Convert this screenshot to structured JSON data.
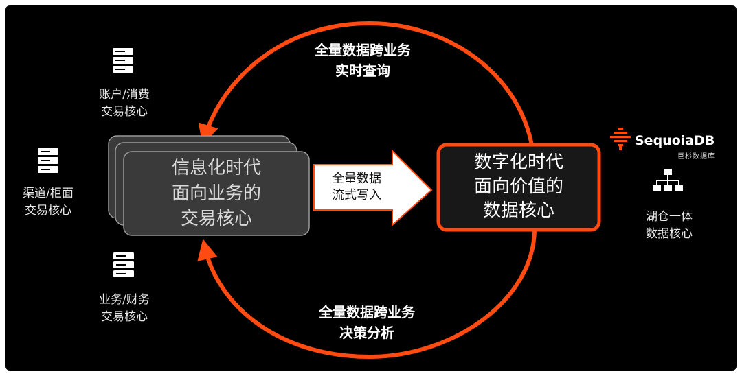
{
  "loop": {
    "top_label": "全量数据跨业务\n实时查询",
    "bottom_label": "全量数据跨业务\n决策分析"
  },
  "left_core": {
    "label": "信息化时代\n面向业务的\n交易核心"
  },
  "right_core": {
    "label": "数字化时代\n面向价值的\n数据核心"
  },
  "arrow": {
    "label": "全量数据\n流式写入"
  },
  "systems": [
    {
      "icon": "server-icon",
      "label": "账户/消费\n交易核心"
    },
    {
      "icon": "server-icon",
      "label": "渠道/柜面\n交易核心"
    },
    {
      "icon": "server-icon",
      "label": "业务/财务\n交易核心"
    }
  ],
  "lakehouse": {
    "icon": "hierarchy-icon",
    "label": "湖仓一体\n数据核心"
  },
  "logo": {
    "name": "SequoiaDB",
    "sub": "巨杉数据库"
  },
  "colors": {
    "accent": "#ff4a12",
    "background": "#000000",
    "card": "#3a3a3a"
  }
}
